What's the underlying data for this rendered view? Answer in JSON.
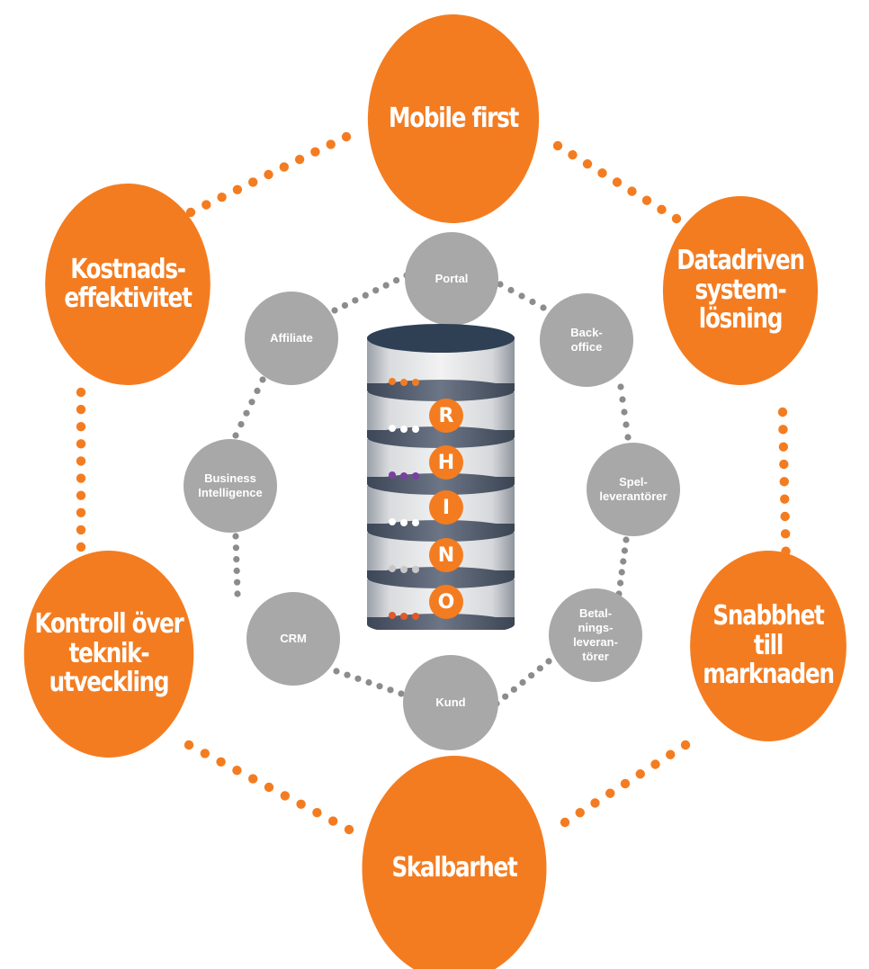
{
  "colors": {
    "orange": "#f47c20",
    "gray": "#a8a8a8",
    "dot_gray": "#8c8c8c",
    "server_top": "#2f4055",
    "server_body": "#e4e4e4",
    "server_band": "#5a6678"
  },
  "outer_nodes": [
    {
      "id": "mobile-first",
      "label": "Mobile first"
    },
    {
      "id": "datadriven",
      "label": "Datadriven\nsystem-\nlösning"
    },
    {
      "id": "snabbhet",
      "label": "Snabbhet\ntill\nmarknaden"
    },
    {
      "id": "skalbarhet",
      "label": "Skalbarhet"
    },
    {
      "id": "kontroll",
      "label": "Kontroll över\nteknik-\nutveckling"
    },
    {
      "id": "kostnad",
      "label": "Kostnads-\neffektivitet"
    }
  ],
  "inner_nodes": [
    {
      "id": "portal",
      "label": "Portal"
    },
    {
      "id": "backoffice",
      "label": "Back-\noffice"
    },
    {
      "id": "spel",
      "label": "Spel-\nleverantörer"
    },
    {
      "id": "betalning",
      "label": "Betal-\nnings-\nleveran-\ntörer"
    },
    {
      "id": "kund",
      "label": "Kund"
    },
    {
      "id": "crm",
      "label": "CRM"
    },
    {
      "id": "bi",
      "label": "Business\nIntelligence"
    },
    {
      "id": "affiliate",
      "label": "Affiliate"
    }
  ],
  "server_letters": [
    "R",
    "H",
    "I",
    "N",
    "O"
  ],
  "server_led_colors": [
    "#f47c20",
    "#ffffff",
    "#7b3fa0",
    "#ffffff",
    "#c8c8c8",
    "#e05a2b"
  ]
}
